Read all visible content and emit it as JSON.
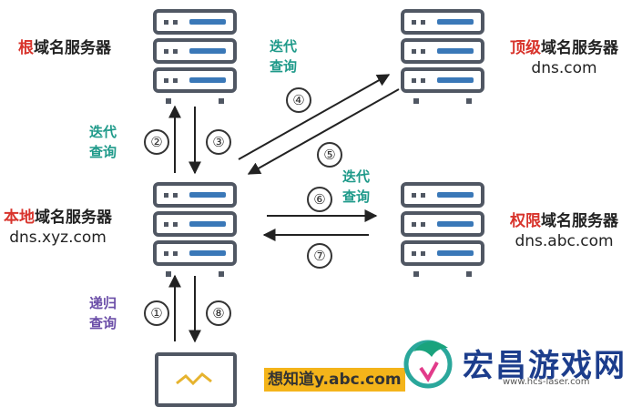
{
  "nodes": {
    "root": {
      "highlight": "根",
      "rest": "域名服务器"
    },
    "tld": {
      "highlight": "顶级",
      "rest": "域名服务器",
      "domain": "dns.com"
    },
    "local": {
      "highlight": "本地",
      "rest": "域名服务器",
      "domain": "dns.xyz.com"
    },
    "auth": {
      "highlight": "权限",
      "rest": "域名服务器",
      "domain": "dns.abc.com"
    }
  },
  "tags": {
    "iter_top": [
      "迭代",
      "查询"
    ],
    "iter_left": [
      "迭代",
      "查询"
    ],
    "iter_right": [
      "迭代",
      "查询"
    ],
    "recursive": [
      "递归",
      "查询"
    ]
  },
  "steps": [
    "①",
    "②",
    "③",
    "④",
    "⑤",
    "⑥",
    "⑦",
    "⑧"
  ],
  "query_text": "想知道y.abc.com",
  "watermark": {
    "title": "宏昌游戏网",
    "url": "www.hcs-laser.com"
  },
  "colors": {
    "highlight": "#d8342c",
    "iterative": "#1f9a8a",
    "recursive": "#6b4ea8",
    "server_outline": "#505763",
    "server_bar": "#3a78b8",
    "query_bg": "#f4b41a",
    "logo": "#1c3d8c"
  }
}
